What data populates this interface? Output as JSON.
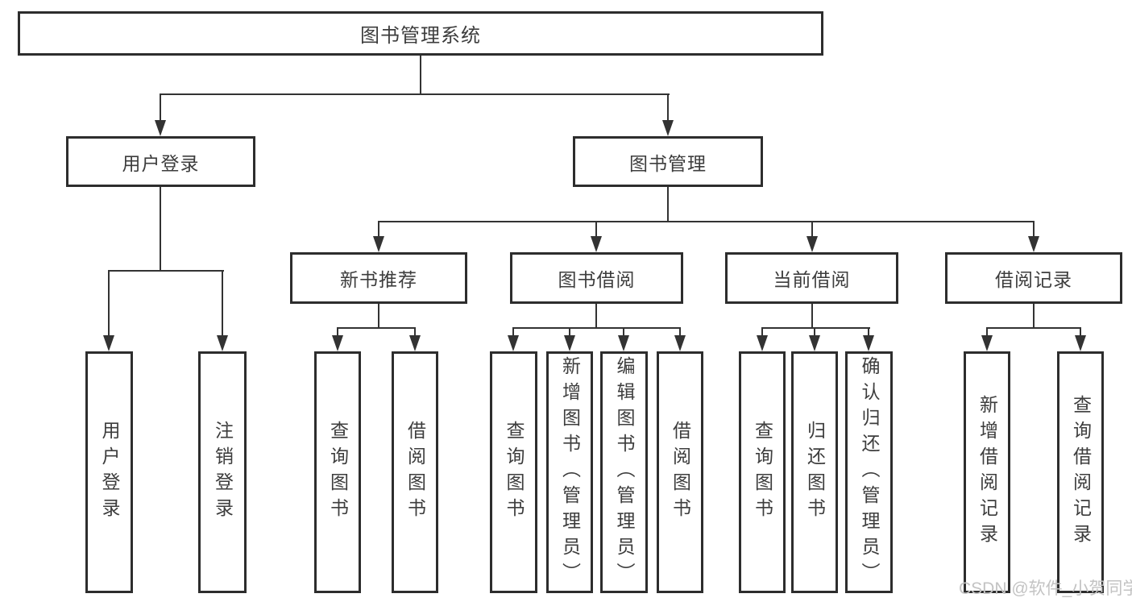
{
  "diagram_title": "图书管理系统",
  "tree": {
    "label": "图书管理系统",
    "children": [
      {
        "label": "用户登录",
        "children": [
          {
            "label": "用户登录"
          },
          {
            "label": "注销登录"
          }
        ]
      },
      {
        "label": "图书管理",
        "children": [
          {
            "label": "新书推荐",
            "children": [
              {
                "label": "查询图书"
              },
              {
                "label": "借阅图书"
              }
            ]
          },
          {
            "label": "图书借阅",
            "children": [
              {
                "label": "查询图书"
              },
              {
                "label": "新增图书（管理员）"
              },
              {
                "label": "编辑图书（管理员）"
              },
              {
                "label": "借阅图书"
              }
            ]
          },
          {
            "label": "当前借阅",
            "children": [
              {
                "label": "查询图书"
              },
              {
                "label": "归还图书"
              },
              {
                "label": "确认归还（管理员）"
              }
            ]
          },
          {
            "label": "借阅记录",
            "children": [
              {
                "label": "新增借阅记录"
              },
              {
                "label": "查询借阅记录"
              }
            ]
          }
        ]
      }
    ]
  },
  "watermark": {
    "text": "CSDN @软件_小贺同学"
  },
  "colors": {
    "box_border": "#2d2d2d",
    "connector": "#333333",
    "text": "#3d3d3d",
    "watermark": "#c3c3c3",
    "background": "#ffffff"
  }
}
